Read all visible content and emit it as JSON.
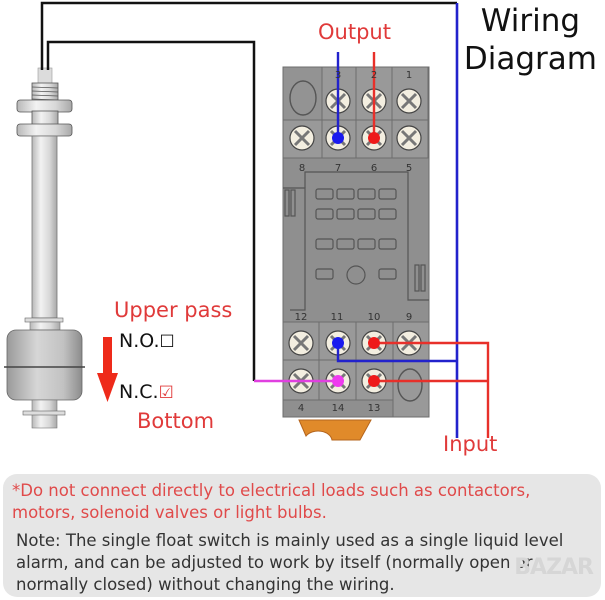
{
  "title": {
    "line1": "Wiring",
    "line2": "Diagram"
  },
  "labels": {
    "output": "Output",
    "input": "Input",
    "upper_pass": "Upper pass",
    "bottom": "Bottom",
    "no": "N.O.",
    "nc": "N.C.",
    "no_checkbox": "☐",
    "nc_checkbox": "☑"
  },
  "relay": {
    "top_labels": [
      "3",
      "2",
      "1"
    ],
    "upper_mid_labels": [
      "8",
      "7",
      "6",
      "5"
    ],
    "lower_top_labels": [
      "12",
      "11",
      "10",
      "9"
    ],
    "bottom_labels": [
      "4",
      "14",
      "13"
    ]
  },
  "colors": {
    "red_wire": "#e8302a",
    "blue_wire": "#2222cc",
    "magenta_wire": "#e040e0",
    "black_wire": "#111111",
    "relay_body": "#8f8f8f",
    "clip": "#e08a2a",
    "warning_text": "#e04a4a"
  },
  "warning": "*Do not connect directly to electrical loads such as contactors, motors, solenoid valves or light bulbs.",
  "note": "Note: The single float switch is mainly used as a single liquid level alarm, and can be adjusted to work by itself (normally open or normally closed) without changing the wiring.",
  "watermark": "BAZAR"
}
